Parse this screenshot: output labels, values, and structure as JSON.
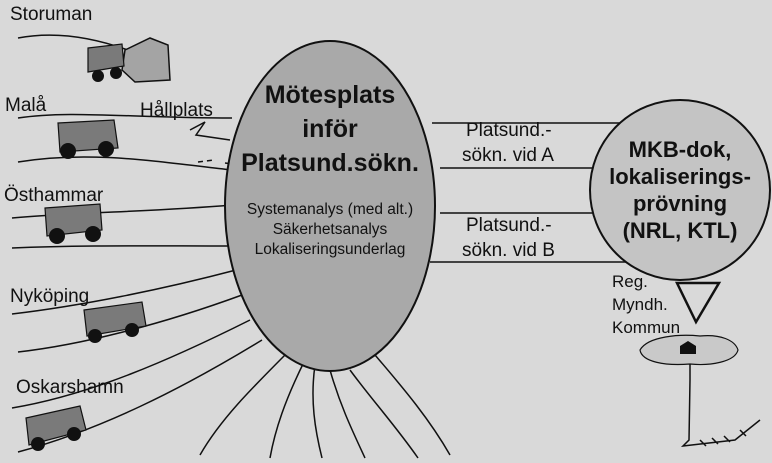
{
  "sites": [
    {
      "name": "Storuman"
    },
    {
      "name": "Malå"
    },
    {
      "name": "Östhammar"
    },
    {
      "name": "Nyköping"
    },
    {
      "name": "Oskarshamn"
    }
  ],
  "stop_label": "Hållplats",
  "meeting": {
    "title": [
      "Mötesplats",
      "inför",
      "Platsund.sökn."
    ],
    "tasks": [
      "Systemanalys (med alt.)",
      "Säkerhetsanalys",
      "Lokaliseringsunderlag"
    ]
  },
  "investigations": [
    {
      "lines": [
        "Platsund.-",
        "sökn. vid A"
      ]
    },
    {
      "lines": [
        "Platsund.-",
        "sökn. vid B"
      ]
    }
  ],
  "mkb": {
    "lines": [
      "MKB-dok,",
      "lokaliserings-",
      "prövning",
      "(NRL, KTL)"
    ]
  },
  "authorities": [
    "Reg.",
    "Myndh.",
    "Kommun"
  ],
  "colors": {
    "background": "#d9d9d9",
    "ellipse": "#a9a9a9",
    "circle": "#c4c4c4",
    "truck": "#7a7a7a",
    "outline": "#111111"
  }
}
